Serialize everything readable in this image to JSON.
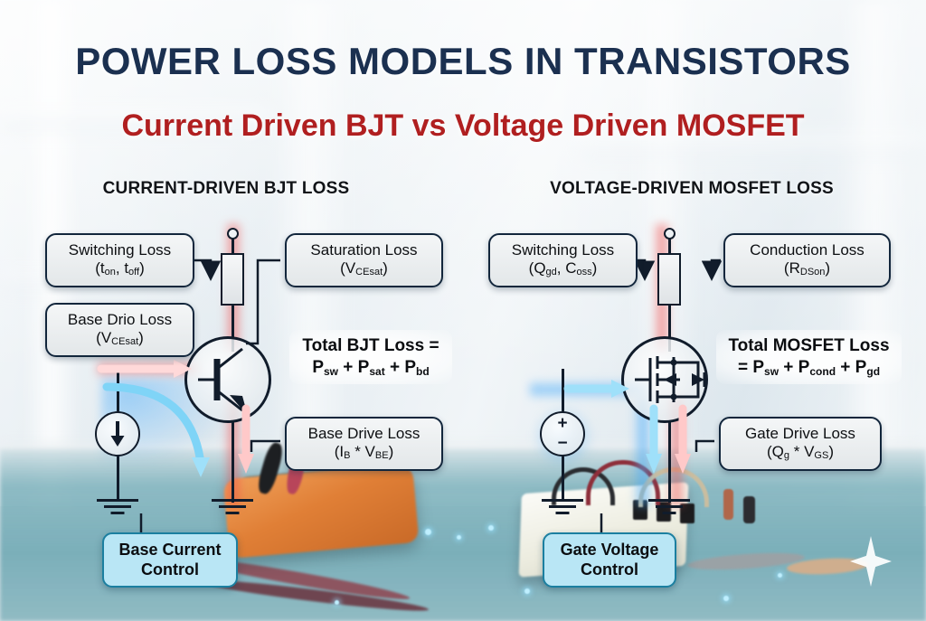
{
  "header": {
    "title": "POWER LOSS MODELS IN TRANSISTORS",
    "subtitle": "Current Driven BJT vs Voltage Driven MOSFET",
    "title_color": "#1b3050",
    "subtitle_color": "#b01f20"
  },
  "sections": {
    "bjt": {
      "heading": "CURRENT-DRIVEN BJT LOSS",
      "boxes": [
        {
          "name": "switching-loss",
          "line1": "Switching Loss",
          "line2": "(t_on, t_off)"
        },
        {
          "name": "base-drio-loss",
          "line1": "Base Drio Loss",
          "line2": "(V_CEsat)"
        },
        {
          "name": "saturation-loss",
          "line1": "Saturation Loss",
          "line2": "(V_CEsat)"
        },
        {
          "name": "base-drive-loss",
          "line1": "Base Drive Loss",
          "line2": "(I_B * V_BE)"
        }
      ],
      "total": {
        "line1": "Total BJT Loss",
        "line2": "= P_sw + P_sat + P_bd"
      },
      "control": {
        "line1": "Base Current",
        "line2": "Control"
      },
      "source_type": "current-source"
    },
    "mosfet": {
      "heading": "VOLTAGE-DRIVEN MOSFET LOSS",
      "boxes": [
        {
          "name": "switching-loss",
          "line1": "Switching Loss",
          "line2": "(Q_gd, C_oss)"
        },
        {
          "name": "conduction-loss",
          "line1": "Conduction Loss",
          "line2": "(R_DSon)"
        },
        {
          "name": "gate-drive-loss",
          "line1": "Gate Drive Loss",
          "line2": "(Q_g * V_GS)"
        }
      ],
      "total": {
        "line1": "Total MOSFET Loss",
        "line2": "= P_sw + P_cond + P_gd"
      },
      "control": {
        "line1": "Gate Voltage",
        "line2": "Control"
      },
      "source_type": "voltage-source",
      "source_plus": "+",
      "source_minus": "−"
    }
  },
  "palette": {
    "box_border": "#12263c",
    "control_fill": "#b9e6f5",
    "control_border": "#1b7fa0",
    "current_glow": "#f04646",
    "voltage_glow": "#46aafa",
    "wire": "#111c2b"
  }
}
